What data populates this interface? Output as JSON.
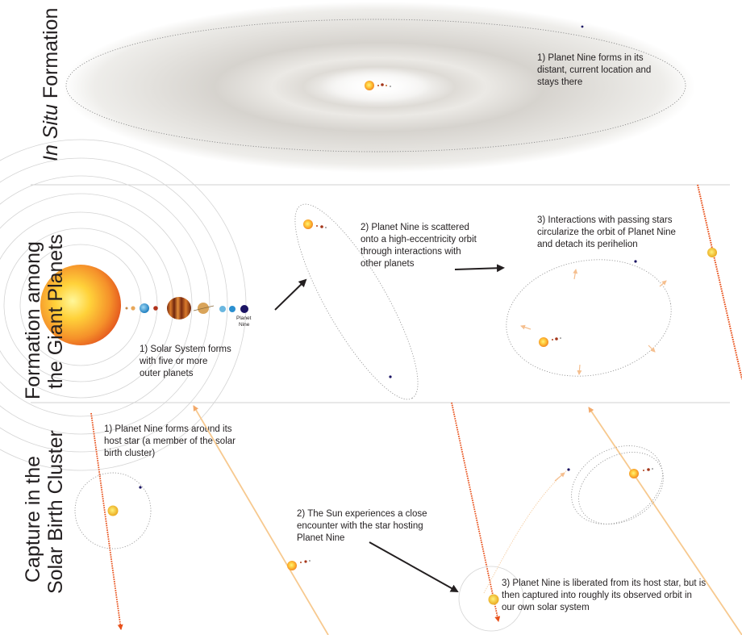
{
  "sections": {
    "in_situ": {
      "title_italic": "In Situ",
      "title_rest": " Formation",
      "step1": [
        "1) Planet Nine forms in its",
        "distant, current location and",
        "stays there"
      ]
    },
    "giant_planets": {
      "title_line1": "Formation among",
      "title_line2": "the Giant Planets",
      "planet_label": [
        "Planet",
        "Nine"
      ],
      "step1": [
        "1) Solar System forms",
        "with five or more",
        "outer planets"
      ],
      "step2": [
        "2) Planet Nine is scattered",
        "onto a high-eccentricity orbit",
        "through interactions with",
        "other planets"
      ],
      "step3": [
        "3) Interactions with passing stars",
        "circularize the orbit of Planet Nine",
        "and detach its perihelion"
      ]
    },
    "capture": {
      "title_line1": "Capture in the",
      "title_line2": "Solar Birth Cluster",
      "step1": [
        "1) Planet Nine forms around its",
        "host star (a member of the solar",
        "birth cluster)"
      ],
      "step2": [
        "2) The Sun experiences a close",
        "encounter with the star hosting",
        "Planet Nine"
      ],
      "step3": [
        "3) Planet Nine is liberated from its host star, but is",
        "then captured into roughly its observed orbit in",
        "our own solar system"
      ]
    }
  },
  "colors": {
    "sun_core": "#ffe066",
    "sun_edge": "#f07f1e",
    "host_star": "#f9d423",
    "host_star_edge": "#e8a317",
    "planet_nine": "#1b1464",
    "orange_track": "#e8501a",
    "light_track": "#f7c98f",
    "disk": "#c8c5c0"
  }
}
